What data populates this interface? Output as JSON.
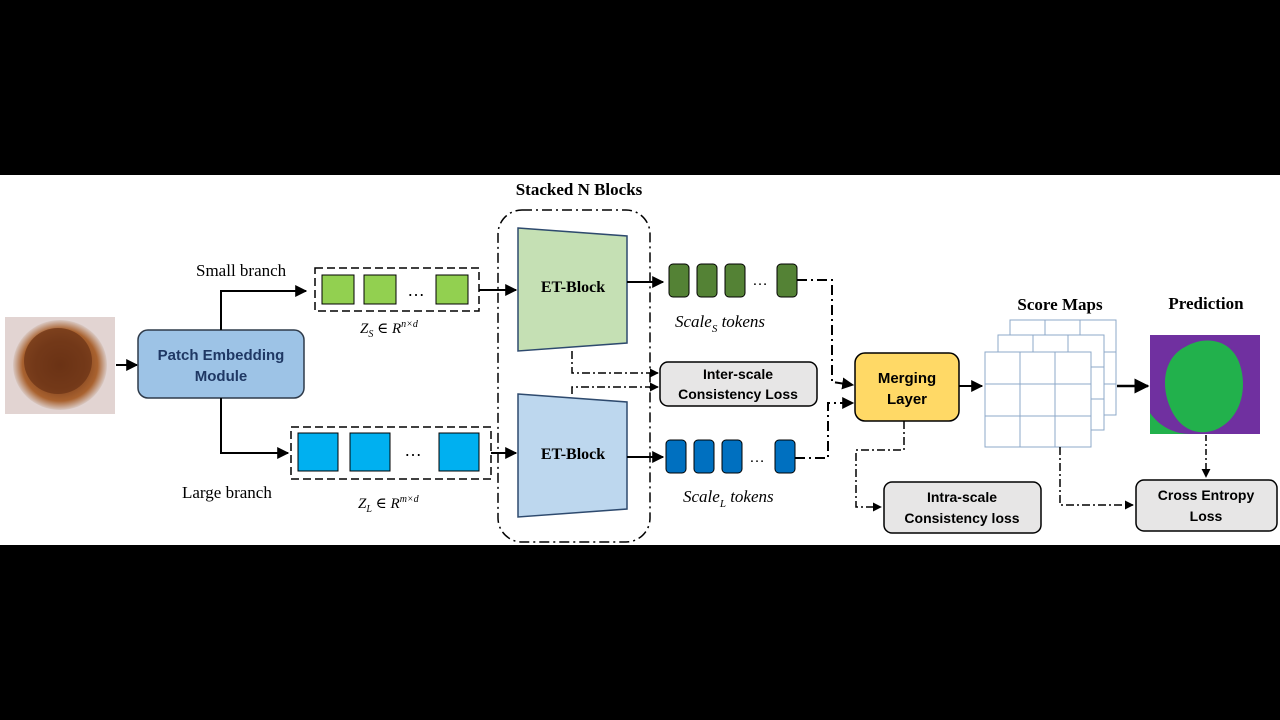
{
  "title": "Stacked N Blocks",
  "input_image": {
    "name": "skin-lesion-image"
  },
  "patch_embedding": {
    "line1": "Patch Embedding",
    "line2": "Module"
  },
  "small_branch": {
    "label": "Small branch",
    "ellipsis": "…",
    "eq_var": "Z",
    "eq_sub": "S",
    "eq_rest": " ∈ ",
    "eq_R": "R",
    "eq_sup": "n×d",
    "block": "ET-Block",
    "tokens_base": "Scale",
    "tokens_sub": "S",
    "tokens_rest": " tokens"
  },
  "large_branch": {
    "label": "Large branch",
    "ellipsis": "…",
    "eq_var": "Z",
    "eq_sub": "L",
    "eq_rest": " ∈ ",
    "eq_R": "R",
    "eq_sup": "m×d",
    "block": "ET-Block",
    "tokens_base": "Scale",
    "tokens_sub": "L",
    "tokens_rest": " tokens"
  },
  "inter_loss": {
    "line1": "Inter-scale",
    "line2": "Consistency Loss"
  },
  "merging": {
    "line1": "Merging",
    "line2": "Layer"
  },
  "intra_loss": {
    "line1": "Intra-scale",
    "line2": "Consistency loss"
  },
  "score_maps": {
    "label": "Score Maps"
  },
  "prediction": {
    "label": "Prediction"
  },
  "ce_loss": {
    "line1": "Cross Entropy",
    "line2": "Loss"
  },
  "colors": {
    "patch_embedding": "#9dc3e6",
    "small_token": "#92d050",
    "large_token": "#00b0f0",
    "et_small": "#c5e0b4",
    "et_large": "#bdd7ee",
    "scale_s_token": "#548235",
    "scale_l_token": "#0070c0",
    "merging": "#ffd966",
    "loss_box": "#e7e6e6",
    "pred_bg": "#7030a0",
    "pred_fg": "#22b14c"
  }
}
